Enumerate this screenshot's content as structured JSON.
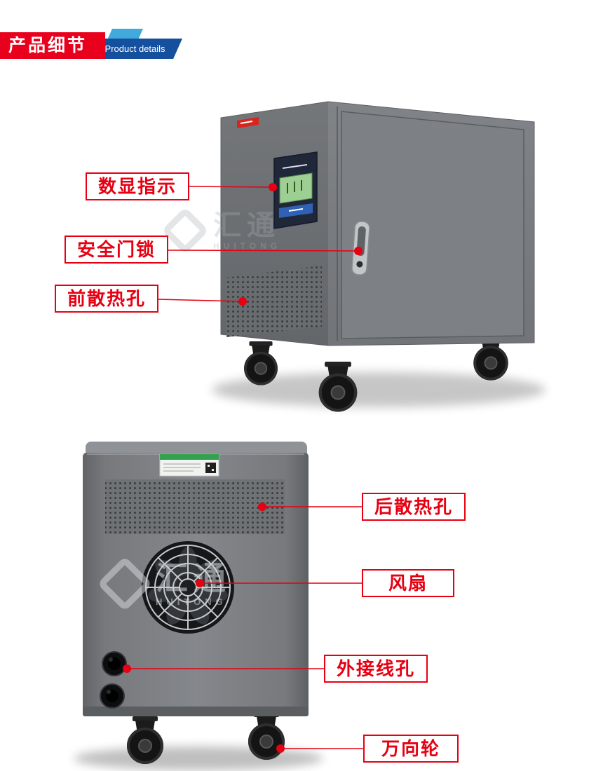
{
  "header": {
    "title_cn": "产品细节",
    "title_en": "Product details"
  },
  "callouts": {
    "front_view": [
      {
        "label": "数显指示"
      },
      {
        "label": "安全门锁"
      },
      {
        "label": "前散热孔"
      }
    ],
    "rear_view": [
      {
        "label": "后散热孔"
      },
      {
        "label": "风扇"
      },
      {
        "label": "外接线孔"
      },
      {
        "label": "万向轮"
      }
    ]
  },
  "watermark": {
    "cn": "汇通",
    "en": "HUITONG"
  },
  "icons": {
    "watermark_logo": "diamond-logo-icon",
    "callout_marker": "red-dot-marker"
  },
  "colors": {
    "callout_red": "#e60012",
    "header_red": "#e8001c",
    "header_blue": "#15509e",
    "header_light_blue": "#41a9dc",
    "cabinet_gray": "#77797c"
  }
}
